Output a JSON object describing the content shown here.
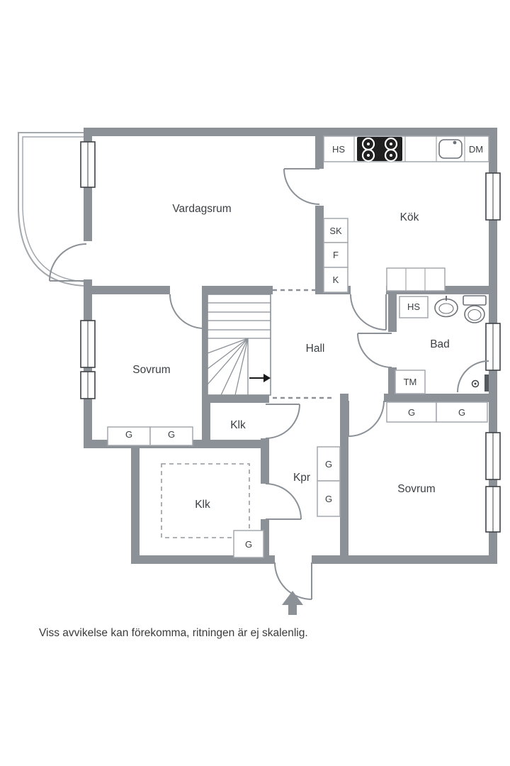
{
  "page": {
    "disclaimer": "Viss avvikelse kan förekomma, ritningen är ej skalenlig."
  },
  "plan": {
    "colors": {
      "wall": "#8b9197",
      "fixture_outline": "#a3a8ad",
      "window_frame": "#3e4347",
      "appliance_dark": "#1f1f1f",
      "label_text": "#3b4045"
    },
    "rooms": {
      "vardagsrum": {
        "label": "Vardagsrum"
      },
      "kok": {
        "label": "Kök"
      },
      "hall": {
        "label": "Hall"
      },
      "sovrum_vanster": {
        "label": "Sovrum"
      },
      "bad": {
        "label": "Bad"
      },
      "klk_ovre": {
        "label": "Klk"
      },
      "klk_nedre": {
        "label": "Klk"
      },
      "kpr": {
        "label": "Kpr"
      },
      "sovrum_hoger": {
        "label": "Sovrum"
      }
    },
    "fixtures": {
      "hs_kok": "HS",
      "dm": "DM",
      "sk": "SK",
      "frys": "F",
      "kyl": "K",
      "hs_bad": "HS",
      "tm": "TM",
      "garderob": "G"
    }
  }
}
